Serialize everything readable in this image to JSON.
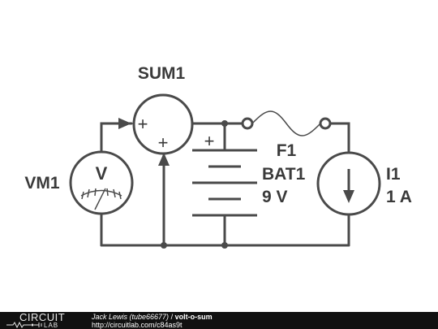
{
  "components": {
    "sum": {
      "label": "SUM1",
      "plus_a": "+",
      "plus_b": "+"
    },
    "voltmeter": {
      "label": "VM1",
      "symbol": "V"
    },
    "fuse": {
      "label": "F1"
    },
    "battery": {
      "label": "BAT1",
      "value": "9 V",
      "plus": "+"
    },
    "current_source": {
      "label": "I1",
      "value": "1 A"
    }
  },
  "footer": {
    "logo_top": "CIRCUIT",
    "logo_bottom": "LAB",
    "author": "Jack Lewis (tube66677)",
    "separator": " / ",
    "title": "volt-o-sum",
    "url": "http://circuitlab.com/c84as9t"
  },
  "colors": {
    "wire": "#4a4a4a",
    "footer_bg": "#111111",
    "text": "#3a3a3a"
  }
}
